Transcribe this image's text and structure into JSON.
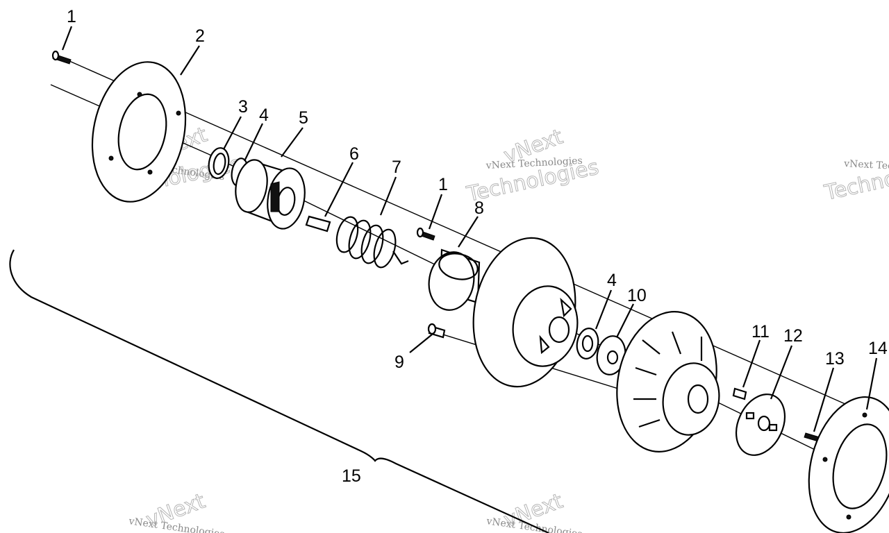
{
  "callouts": [
    {
      "id": "c1a",
      "text": "1"
    },
    {
      "id": "c2",
      "text": "2"
    },
    {
      "id": "c3",
      "text": "3"
    },
    {
      "id": "c4a",
      "text": "4"
    },
    {
      "id": "c5",
      "text": "5"
    },
    {
      "id": "c6",
      "text": "6"
    },
    {
      "id": "c7",
      "text": "7"
    },
    {
      "id": "c1b",
      "text": "1"
    },
    {
      "id": "c8",
      "text": "8"
    },
    {
      "id": "c4b",
      "text": "4"
    },
    {
      "id": "c10",
      "text": "10"
    },
    {
      "id": "c9",
      "text": "9"
    },
    {
      "id": "c11",
      "text": "11"
    },
    {
      "id": "c12",
      "text": "12"
    },
    {
      "id": "c13",
      "text": "13"
    },
    {
      "id": "c14",
      "text": "14"
    },
    {
      "id": "c15",
      "text": "15"
    }
  ],
  "watermark": {
    "line1": "vNext Technologies",
    "line2": "Technologies",
    "line3": "vNext"
  }
}
